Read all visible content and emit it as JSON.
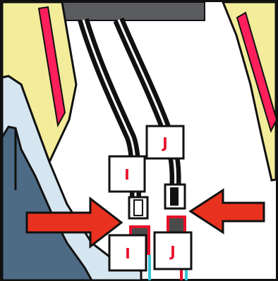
{
  "labels": {
    "cable_i_tag": "I",
    "cable_j_tag": "J",
    "port_i_tag": "I",
    "port_j_tag": "J"
  },
  "colors": {
    "tag_text": "#e8102a",
    "arrow_fill": "#e8311f",
    "accent_strip": "#ff1f5a",
    "panel_yellow": "#f3ec9a",
    "panel_light_blue": "#d6e6f0",
    "panel_dark_blue": "#4d6b85",
    "top_bar": "#5a5c5f",
    "cable": "#111111",
    "socket_dark": "#4b4b4b",
    "socket_red": "#e8102a",
    "socket_cyan": "#36c6d6"
  },
  "icons": {
    "left_arrow": "arrow-right-icon",
    "right_arrow": "arrow-left-icon"
  }
}
